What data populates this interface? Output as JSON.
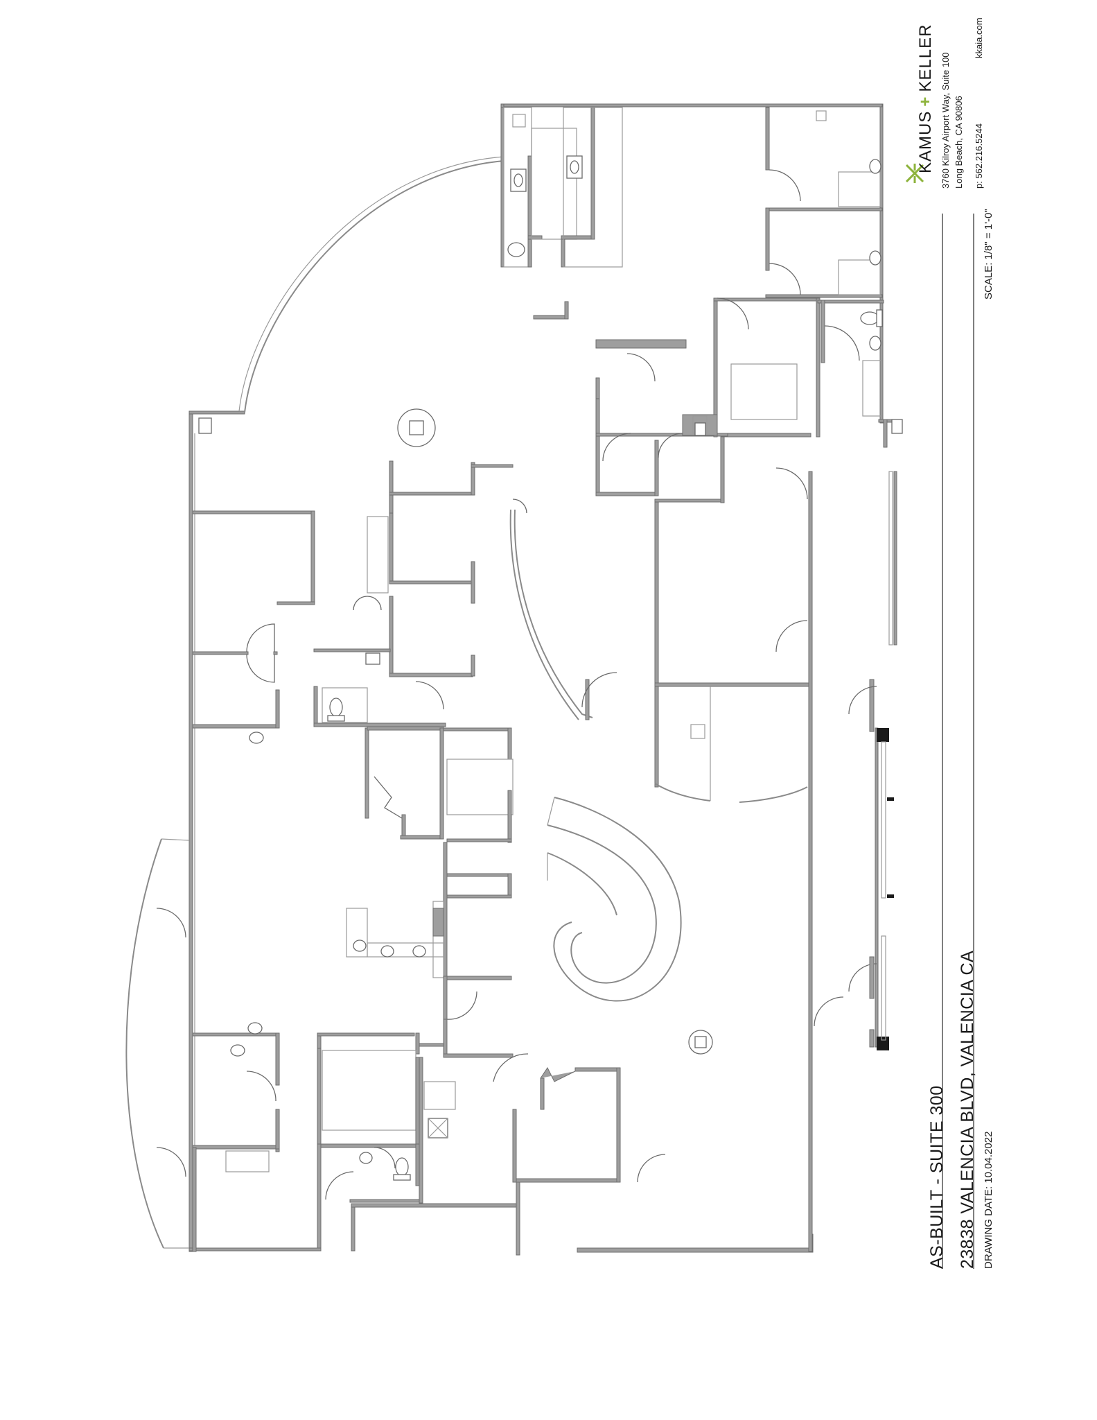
{
  "drawing": {
    "title": "AS-BUILT - SUITE 300",
    "address": "23838 VALENCIA BLVD, VALENCIA CA",
    "date": "DRAWING DATE: 10.04.2022",
    "scale": "SCALE: 1/8\" = 1'-0\""
  },
  "firm": {
    "name_left": "KAMUS",
    "name_plus": "+",
    "name_right": "KELLER",
    "address_line1": "3760 Kilroy Airport Way, Suite 100",
    "address_line2": "Long Beach, CA 90806",
    "phone": "p: 562.216.5244",
    "website": "kkaia.com"
  },
  "colors": {
    "wall": "#9e9e9e",
    "logo_accent": "#8db33b",
    "line": "#6a6a6a"
  },
  "icons": {
    "logo": "kamus-keller-logo-mark",
    "sink": "sink-icon",
    "toilet": "toilet-icon",
    "column": "column-icon"
  }
}
